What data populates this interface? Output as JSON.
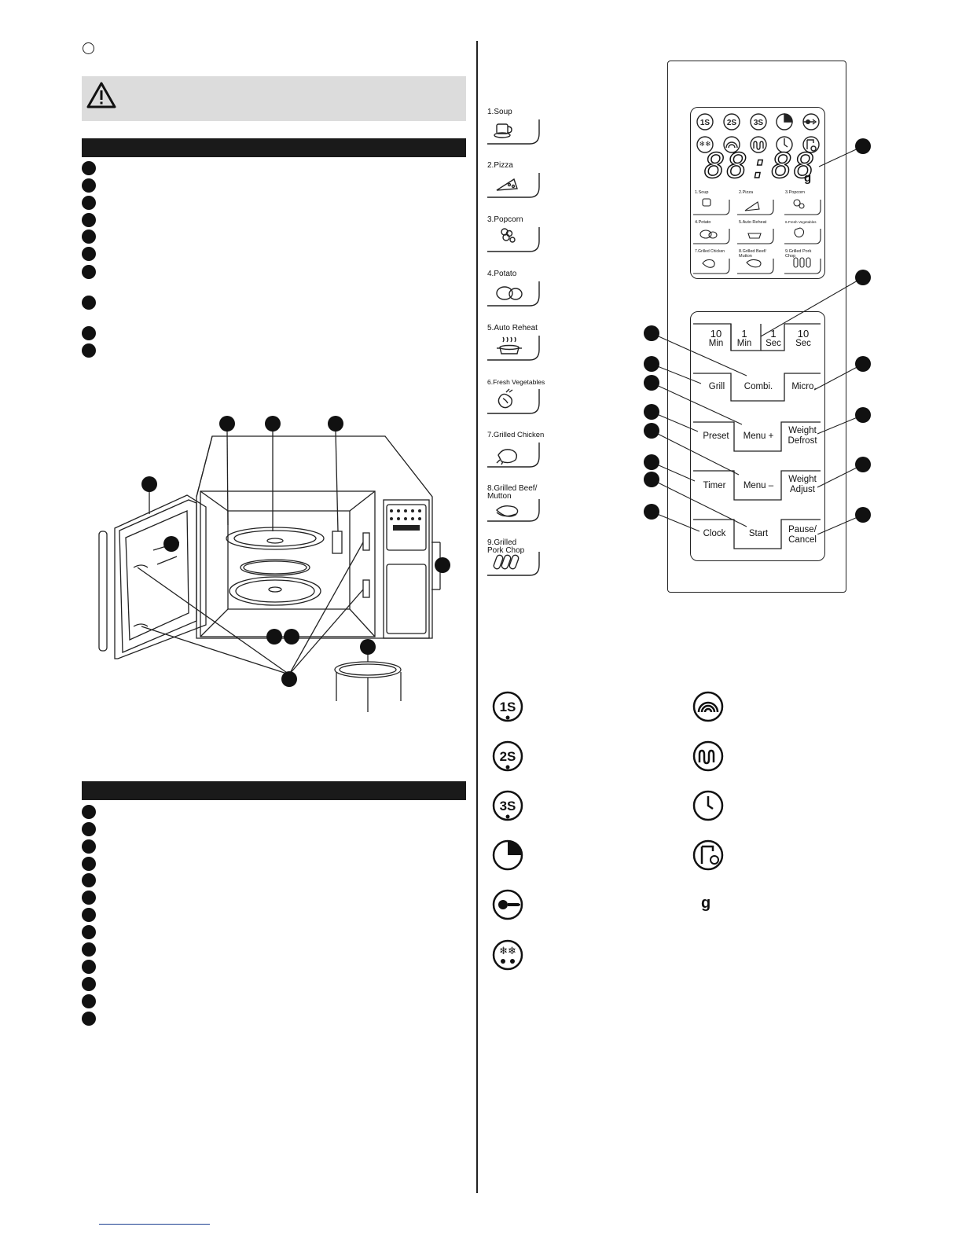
{
  "left_page": {
    "warning_icon": "warning-triangle-icon",
    "bullets_top_count": 10,
    "bullets_bottom_count": 13
  },
  "menu_programs": [
    {
      "label": "1.Soup",
      "icon": "soup-cup-icon"
    },
    {
      "label": "2.Pizza",
      "icon": "pizza-slice-icon"
    },
    {
      "label": "3.Popcorn",
      "icon": "popcorn-icon"
    },
    {
      "label": "4.Potato",
      "icon": "potato-icon"
    },
    {
      "label": "5.Auto Reheat",
      "icon": "steaming-pot-icon"
    },
    {
      "label": "6.Fresh Vegetables",
      "icon": "vegetables-icon"
    },
    {
      "label": "7.Grilled Chicken",
      "icon": "chicken-icon"
    },
    {
      "label": "8.Grilled Beef/\nMutton",
      "icon": "steak-icon"
    },
    {
      "label": "9.Grilled\nPork Chop",
      "icon": "pork-chop-icon"
    }
  ],
  "display": {
    "digits": "88:88",
    "unit": "g",
    "indicator_row1": [
      "1S",
      "2S",
      "3S"
    ],
    "menu_small": [
      "1.Soup",
      "2.Pizza",
      "3.Popcorn",
      "4.Potato",
      "5.Auto Reheat",
      "6.Fresh Vegetables",
      "7.Grilled Chicken",
      "8.Grilled Beef/ Mutton",
      "9.Grilled Pork Chop"
    ]
  },
  "time_keys": [
    {
      "num": "10",
      "unit": "Min"
    },
    {
      "num": "1",
      "unit": "Min"
    },
    {
      "num": "1",
      "unit": "Sec"
    },
    {
      "num": "10",
      "unit": "Sec"
    }
  ],
  "keys": {
    "grill": "Grill",
    "combi": "Combi.",
    "micro": "Micro.",
    "preset": "Preset",
    "menu_plus": "Menu +",
    "weight_defrost_1": "Weight",
    "weight_defrost_2": "Defrost",
    "timer": "Timer",
    "menu_minus": "Menu –",
    "weight_adjust_1": "Weight",
    "weight_adjust_2": "Adjust",
    "clock": "Clock",
    "start": "Start",
    "pause_1": "Pause/",
    "pause_2": "Cancel"
  },
  "legend": {
    "left": [
      "1S",
      "2S",
      "3S"
    ],
    "gram_symbol": "g"
  }
}
